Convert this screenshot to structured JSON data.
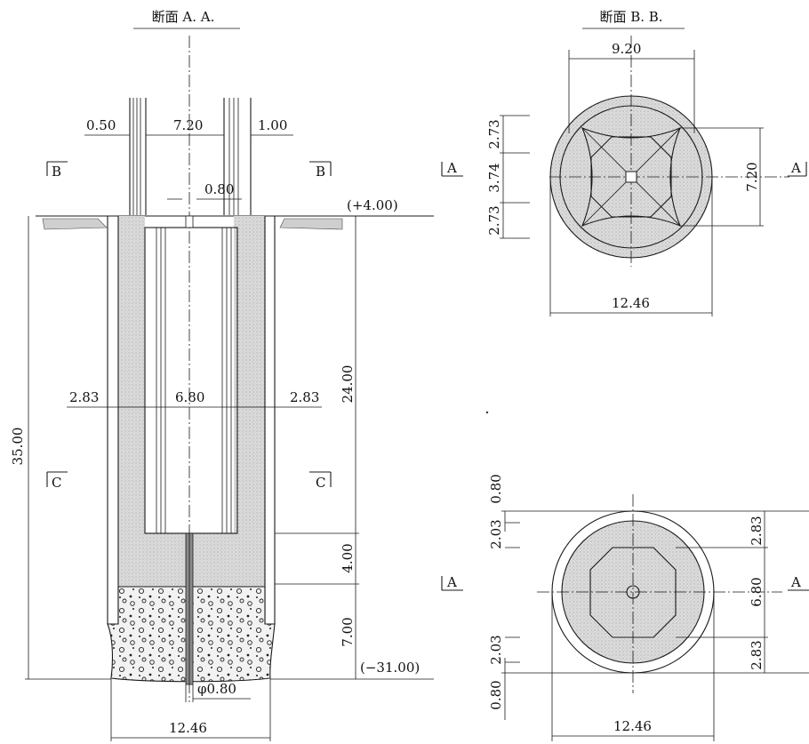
{
  "section_aa": {
    "title": "断面 A. A.",
    "width_left_thin": "0.50",
    "width_inner_top": "7.20",
    "width_right_thin": "1.00",
    "gap": "0.80",
    "marker_b": "B",
    "elev_top": "(+4.00)",
    "width_left_wall": "2.83",
    "width_inner": "6.80",
    "width_right_wall": "2.83",
    "depth_total": "35.00",
    "depth_upper": "24.00",
    "depth_mid": "4.00",
    "depth_bottom": "7.00",
    "marker_c": "C",
    "elev_bottom": "(−31.00)",
    "pipe_dia": "φ0.80",
    "width_base": "12.46"
  },
  "section_bb": {
    "title": "断面 B. B.",
    "width_top": "9.20",
    "dim_a": "2.73",
    "dim_b": "3.74",
    "dim_c": "2.73",
    "dim_right": "7.20",
    "width_bottom": "12.46",
    "marker_a": "A"
  },
  "section_cc": {
    "dim_top_gap": "0.80",
    "dim_top_wall": "2.03",
    "dim_right_top": "2.83",
    "dim_right_mid": "6.80",
    "dim_right_bot": "2.83",
    "dim_bot_wall": "2.03",
    "dim_bot_gap": "0.80",
    "width_bottom": "12.46",
    "marker_a": "A"
  }
}
